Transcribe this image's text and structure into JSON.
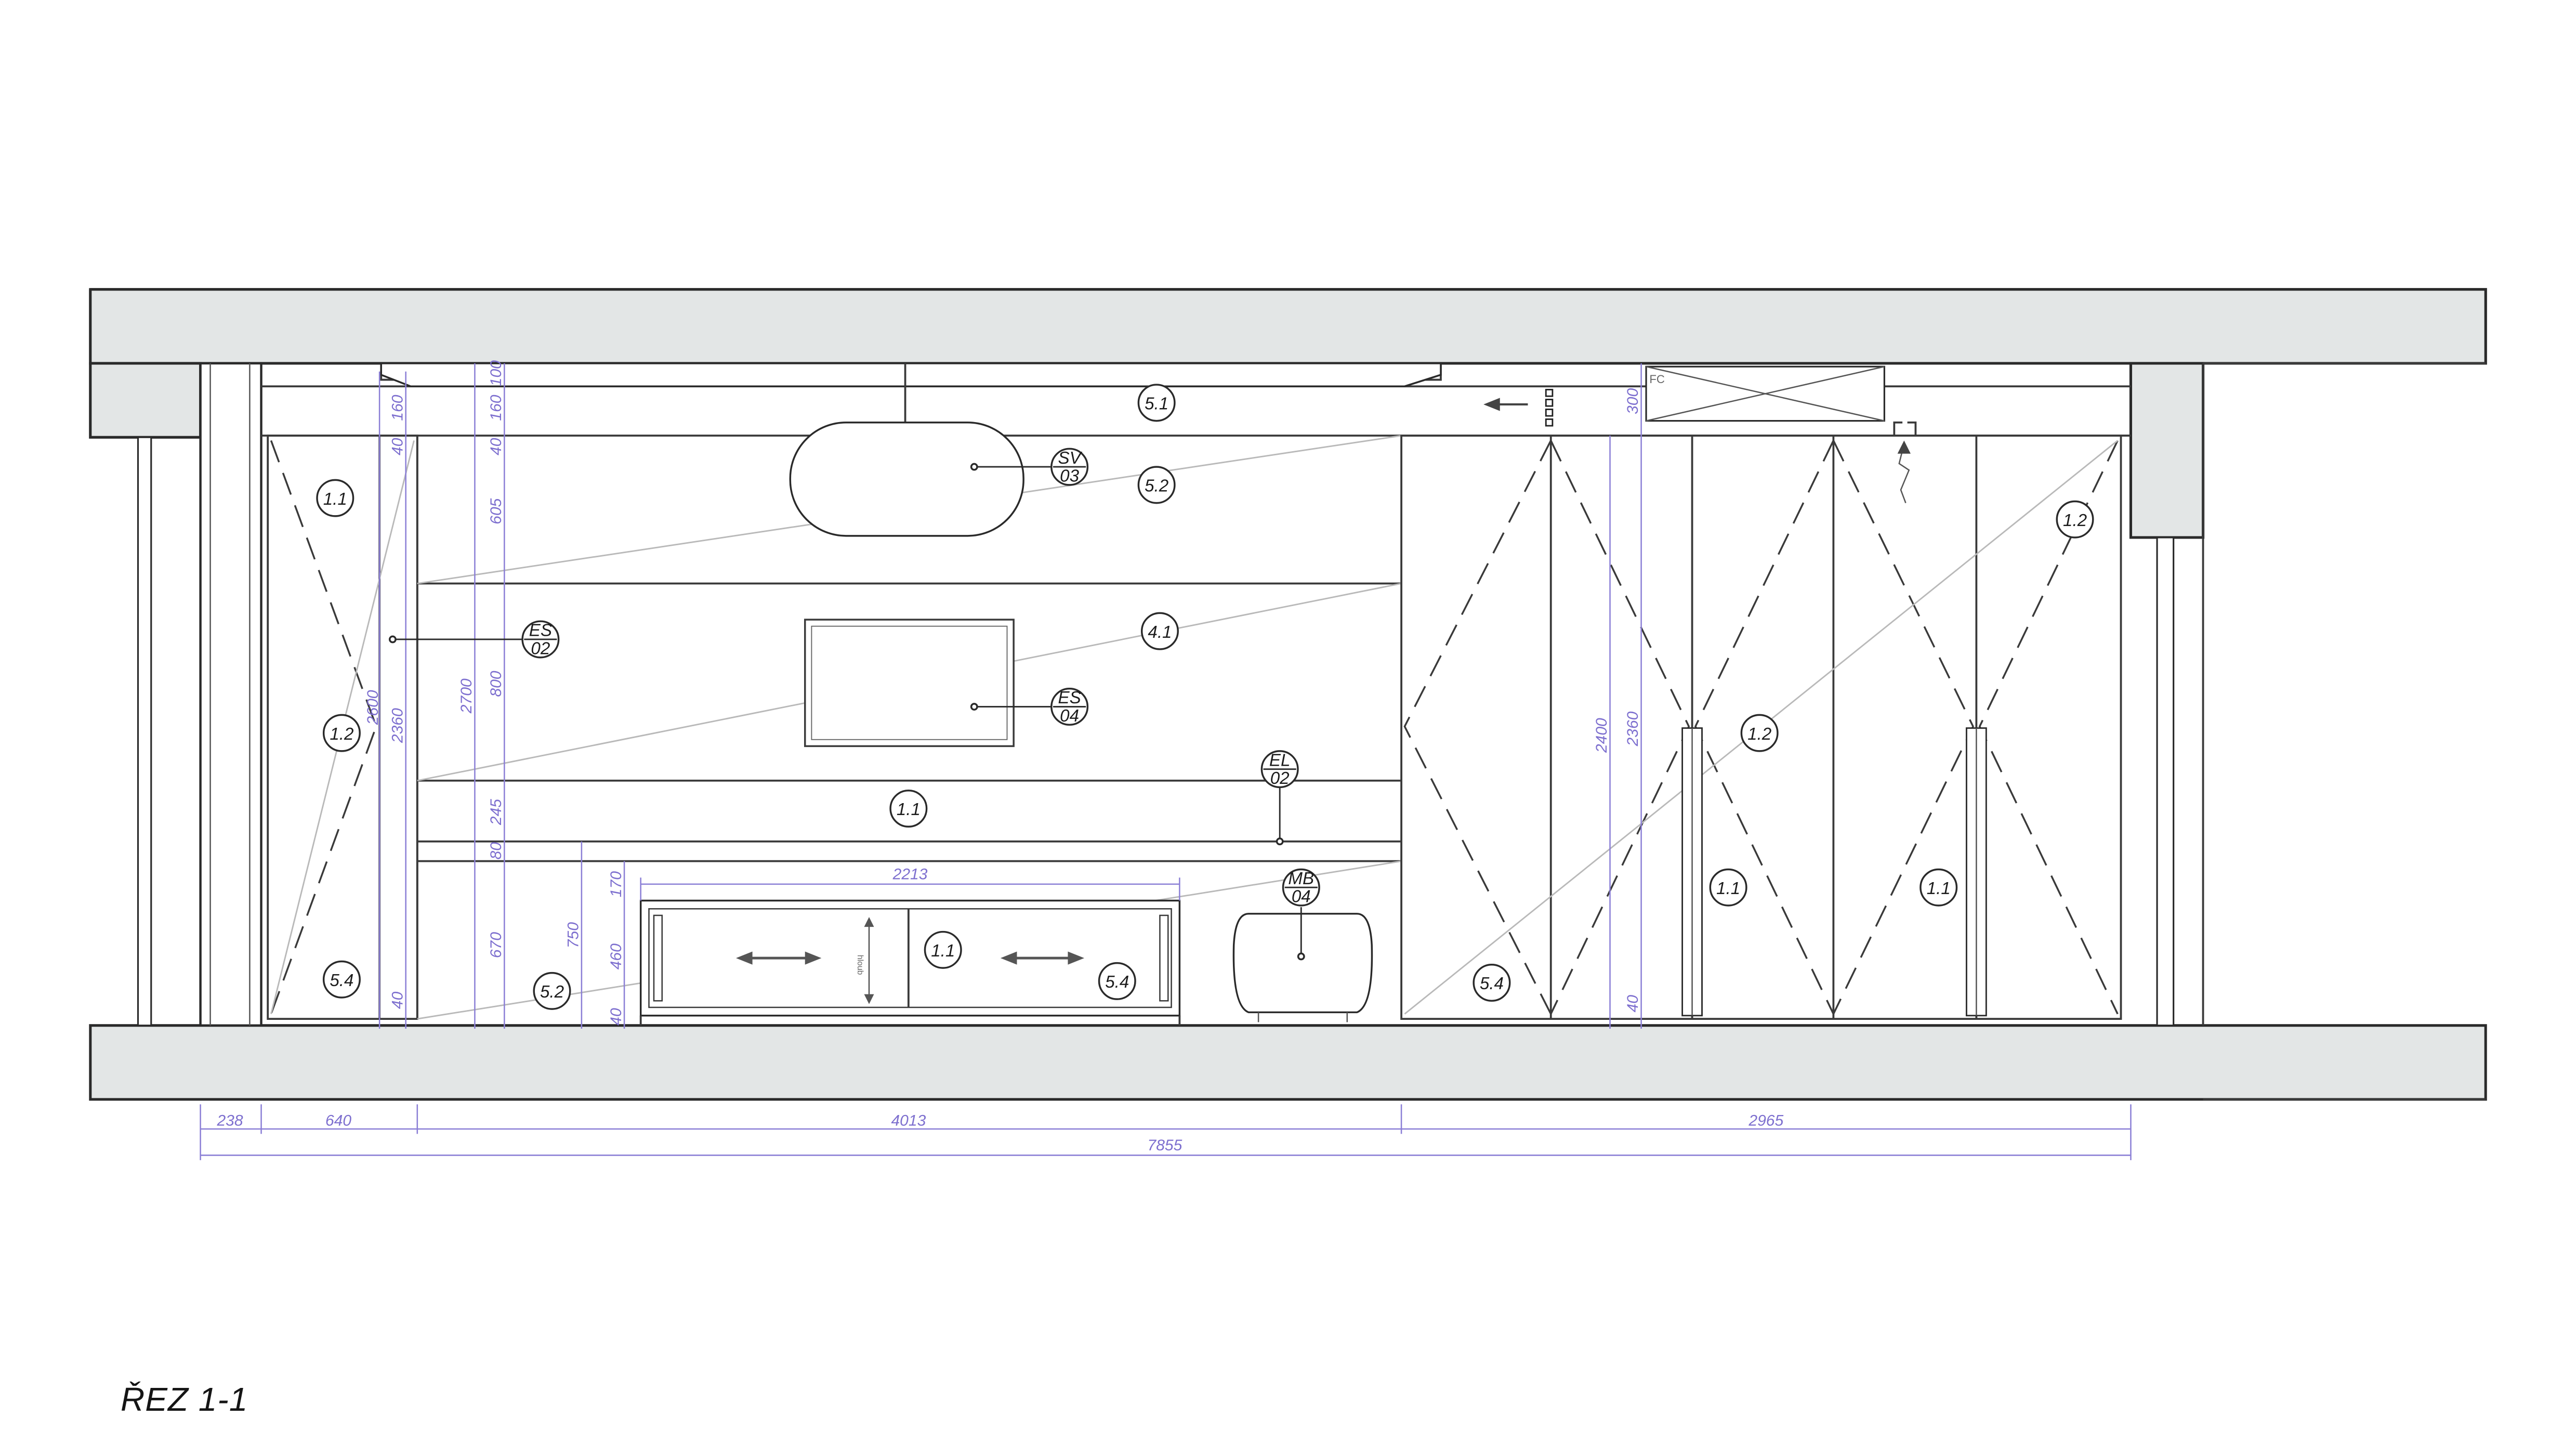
{
  "title": "ŘEZ 1-1",
  "colors": {
    "concrete": "#e3e6e6",
    "line": "#2a2a2a",
    "dimension": "#7d6fcf"
  },
  "tags": {
    "t1": {
      "label": "1.1"
    },
    "t2": {
      "label": "1.2"
    },
    "t3": {
      "label": "5.4"
    },
    "t4": {
      "label": "5.2"
    },
    "t5": {
      "label": "5.1"
    },
    "t6": {
      "label": "5.2"
    },
    "t7": {
      "label": "4.1"
    },
    "t8": {
      "label": "1.1"
    },
    "t9": {
      "label": "1.1"
    },
    "t10": {
      "label": "5.4"
    },
    "t11": {
      "label": "5.4"
    },
    "t12": {
      "label": "1.2"
    },
    "t13": {
      "label": "1.1"
    },
    "t14": {
      "label": "1.1"
    },
    "t15": {
      "label": "1.2"
    },
    "sv": {
      "top": "SV",
      "bottom": "03"
    },
    "es1": {
      "top": "ES",
      "bottom": "02"
    },
    "es2": {
      "top": "ES",
      "bottom": "04"
    },
    "el": {
      "top": "EL",
      "bottom": "02"
    },
    "mb": {
      "top": "MB",
      "bottom": "04"
    }
  },
  "dimensions": {
    "v160a": "160",
    "v40a": "40",
    "v2600": "2600",
    "v2360a": "2360",
    "v40b": "40",
    "v160b": "160",
    "v100": "100",
    "v40c": "40",
    "v605": "605",
    "v2700": "2700",
    "v800": "800",
    "v245": "245",
    "v80": "80",
    "v670": "670",
    "v170": "170",
    "v750": "750",
    "v460": "460",
    "v40d": "40",
    "v300": "300",
    "v2400": "2400",
    "v2360b": "2360",
    "v40e": "40",
    "h2213": "2213",
    "h238": "238",
    "h640": "640",
    "h4013": "4013",
    "h2965": "2965",
    "h7855": "7855"
  },
  "labels": {
    "fc": "FC",
    "hloubka": "hloub"
  }
}
